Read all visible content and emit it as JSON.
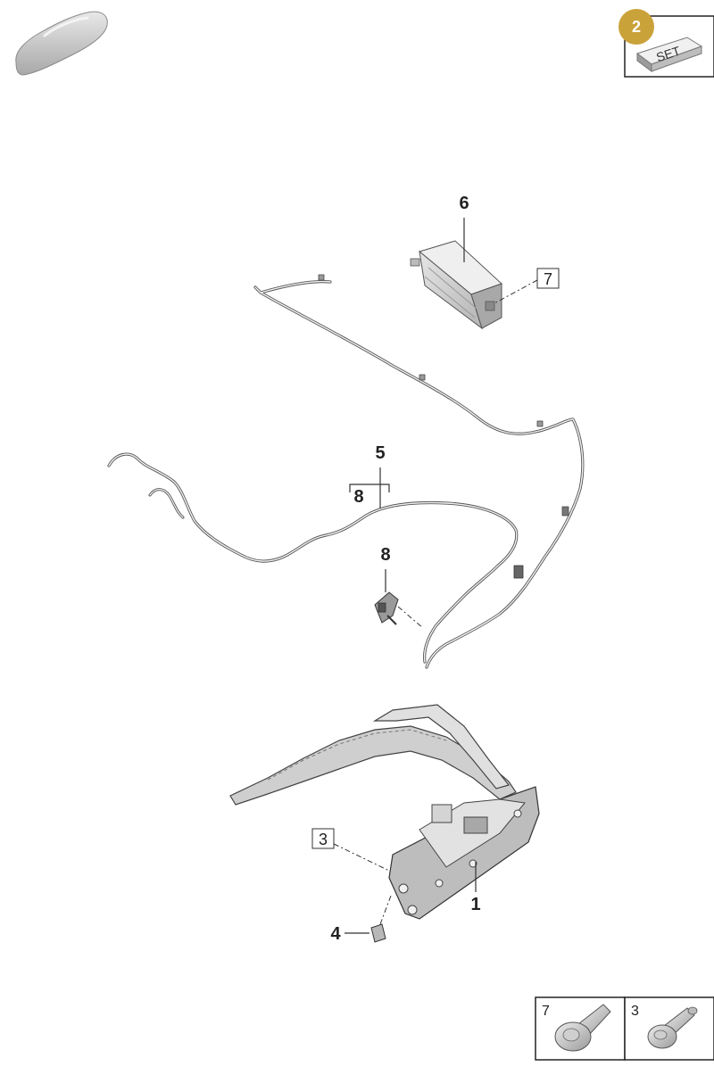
{
  "header": {
    "set_badge_number": "2",
    "set_label": "SET"
  },
  "callouts": {
    "housing": "1",
    "bracket": "4",
    "harness": "5",
    "harness_ref": "8",
    "connector": "8",
    "control_unit": "6"
  },
  "boxed_refs": {
    "control_unit_screw": "7",
    "housing_bolt": "3"
  },
  "fastener_legend": [
    {
      "number": "7",
      "icon": "flange-screw-icon"
    },
    {
      "number": "3",
      "icon": "collar-bolt-icon"
    }
  ],
  "colors": {
    "badge": "#c9a23a",
    "line": "#333333",
    "part_fill": "#d9d9d9",
    "part_shade": "#b0b0b0"
  }
}
